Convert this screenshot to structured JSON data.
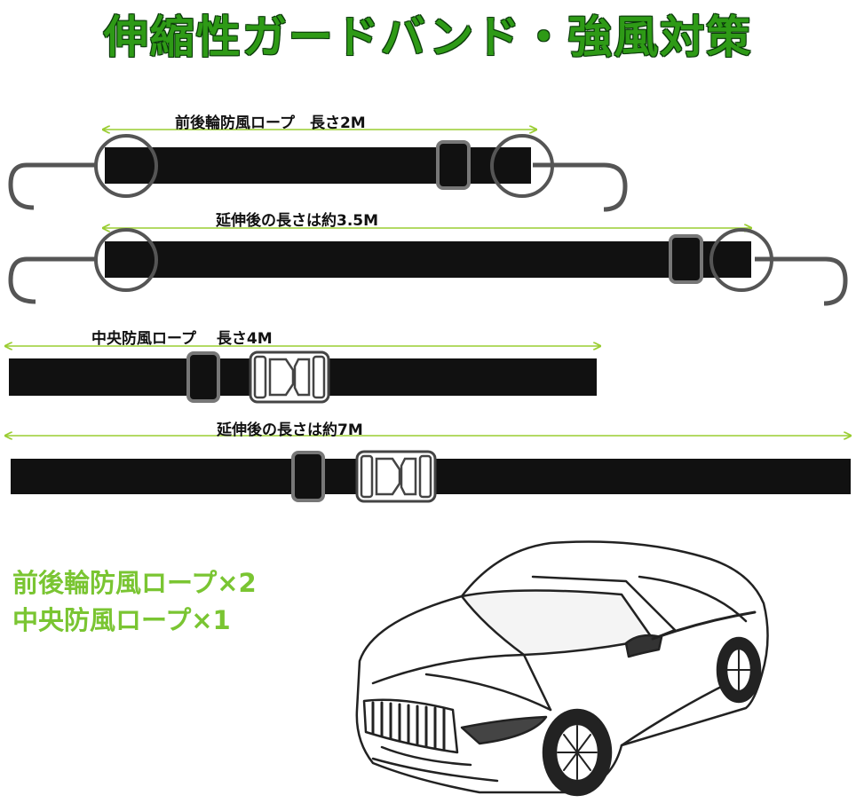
{
  "title": "伸縮性ガードバンド・強風対策",
  "ropes": [
    {
      "label": "前後輪防風ロープ　長さ2M"
    },
    {
      "label": "延伸後の長さは約3.5M"
    },
    {
      "label": "中央防風ロープ　 長さ4M"
    },
    {
      "label": "延伸後の長さは約7M"
    }
  ],
  "captions": {
    "line1": "前後輪防風ロープ×2",
    "line2": "中央防風ロープ×1"
  },
  "colors": {
    "title_green": "#2e9a16",
    "caption_green": "#7ac532",
    "dimension_line": "#9acd32",
    "strap": "#111111",
    "hook": "#555555"
  },
  "icons": [
    "hook-icon",
    "buckle-icon",
    "slider-loop-icon",
    "car-cover-illustration"
  ]
}
